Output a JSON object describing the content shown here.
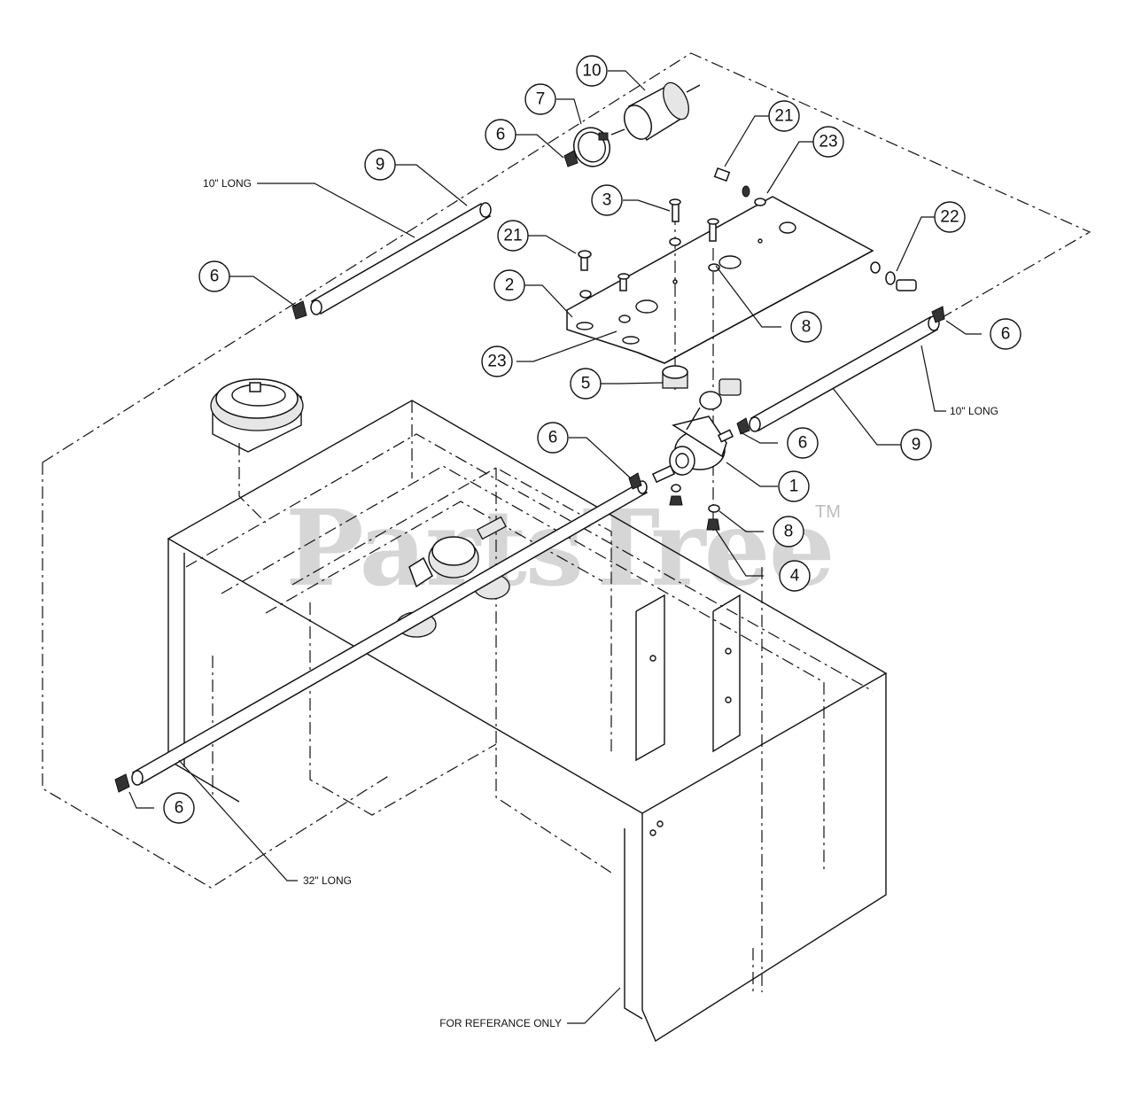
{
  "watermark": {
    "text": "PartsTree",
    "trademark": "TM"
  },
  "callouts": {
    "c10": "10",
    "c7": "7",
    "c6_top": "6",
    "c9_left": "9",
    "c21_top": "21",
    "c23_top": "23",
    "c3": "3",
    "c21_mid": "21",
    "c22": "22",
    "c6_left": "6",
    "c2": "2",
    "c8_top": "8",
    "c6_right": "6",
    "c23_low": "23",
    "c5": "5",
    "c6_mid": "6",
    "c6_pump": "6",
    "c9_right": "9",
    "c1": "1",
    "c8_low": "8",
    "c4": "4",
    "c6_bottom": "6"
  },
  "notes": {
    "len_left": "10\" LONG",
    "len_right": "10\" LONG",
    "len_long": "32\" LONG",
    "reference": "FOR REFERANCE ONLY"
  }
}
